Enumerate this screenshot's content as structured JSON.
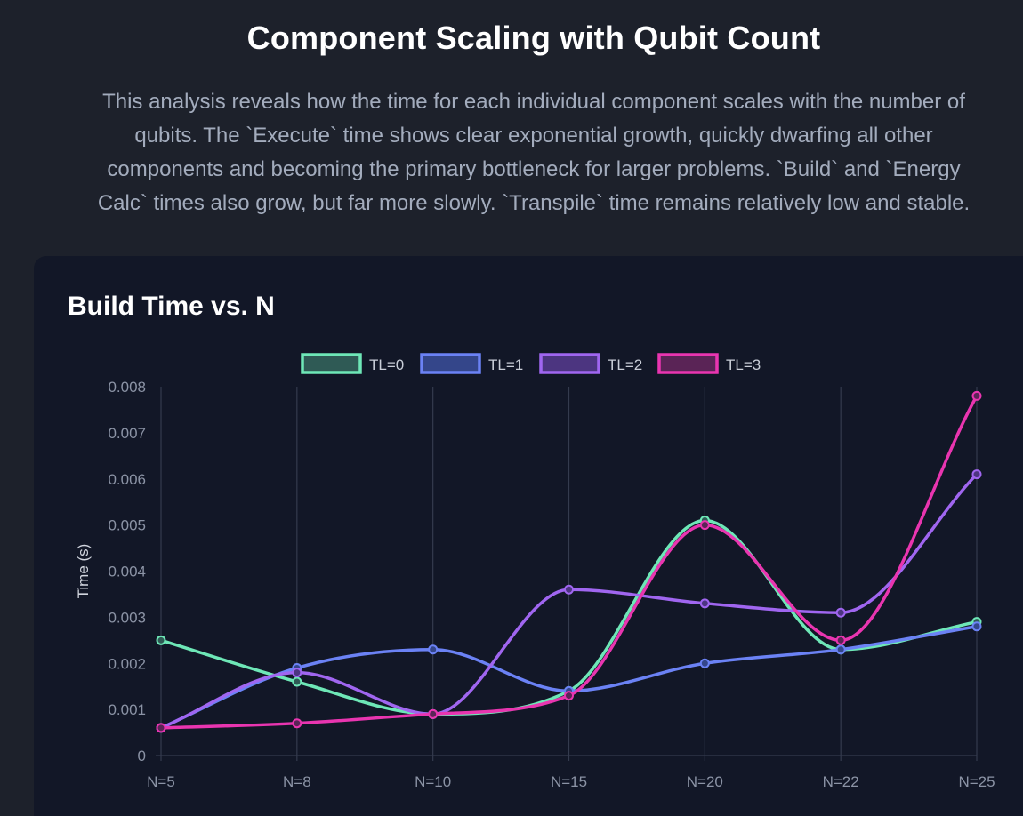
{
  "page": {
    "title": "Component Scaling with Qubit Count",
    "description": "This analysis reveals how the time for each individual component scales with the number of\nqubits. The `Execute` time shows clear exponential growth, quickly dwarfing all other\ncomponents and becoming the primary bottleneck for larger problems. `Build` and `Energy\nCalc` times also grow, but far more slowly. `Transpile` time remains relatively low and stable."
  },
  "chart_data": {
    "type": "line",
    "title": "Build Time vs. N",
    "ylabel": "Time (s)",
    "xlabel": "",
    "categories": [
      "N=5",
      "N=8",
      "N=10",
      "N=15",
      "N=20",
      "N=22",
      "N=25"
    ],
    "ylim": [
      0,
      0.008
    ],
    "yticks": [
      "0",
      "0.001",
      "0.002",
      "0.003",
      "0.004",
      "0.005",
      "0.006",
      "0.007",
      "0.008"
    ],
    "grid": "vertical",
    "legend_position": "top",
    "series": [
      {
        "name": "TL=0",
        "color": "#6ee7b7",
        "fill": "#2f5a55",
        "values": [
          0.0025,
          0.0016,
          0.0009,
          0.0014,
          0.0051,
          0.0023,
          0.0029
        ]
      },
      {
        "name": "TL=1",
        "color": "#6b82f5",
        "fill": "#34468a",
        "values": [
          0.0006,
          0.0019,
          0.0023,
          0.0014,
          0.002,
          0.0023,
          0.0028
        ]
      },
      {
        "name": "TL=2",
        "color": "#a066f0",
        "fill": "#4c3580",
        "values": [
          0.0006,
          0.0018,
          0.0009,
          0.0036,
          0.0033,
          0.0031,
          0.0061
        ]
      },
      {
        "name": "TL=3",
        "color": "#e935b0",
        "fill": "#5a2456",
        "values": [
          0.0006,
          0.0007,
          0.0009,
          0.0013,
          0.005,
          0.0025,
          0.0078
        ]
      }
    ]
  }
}
